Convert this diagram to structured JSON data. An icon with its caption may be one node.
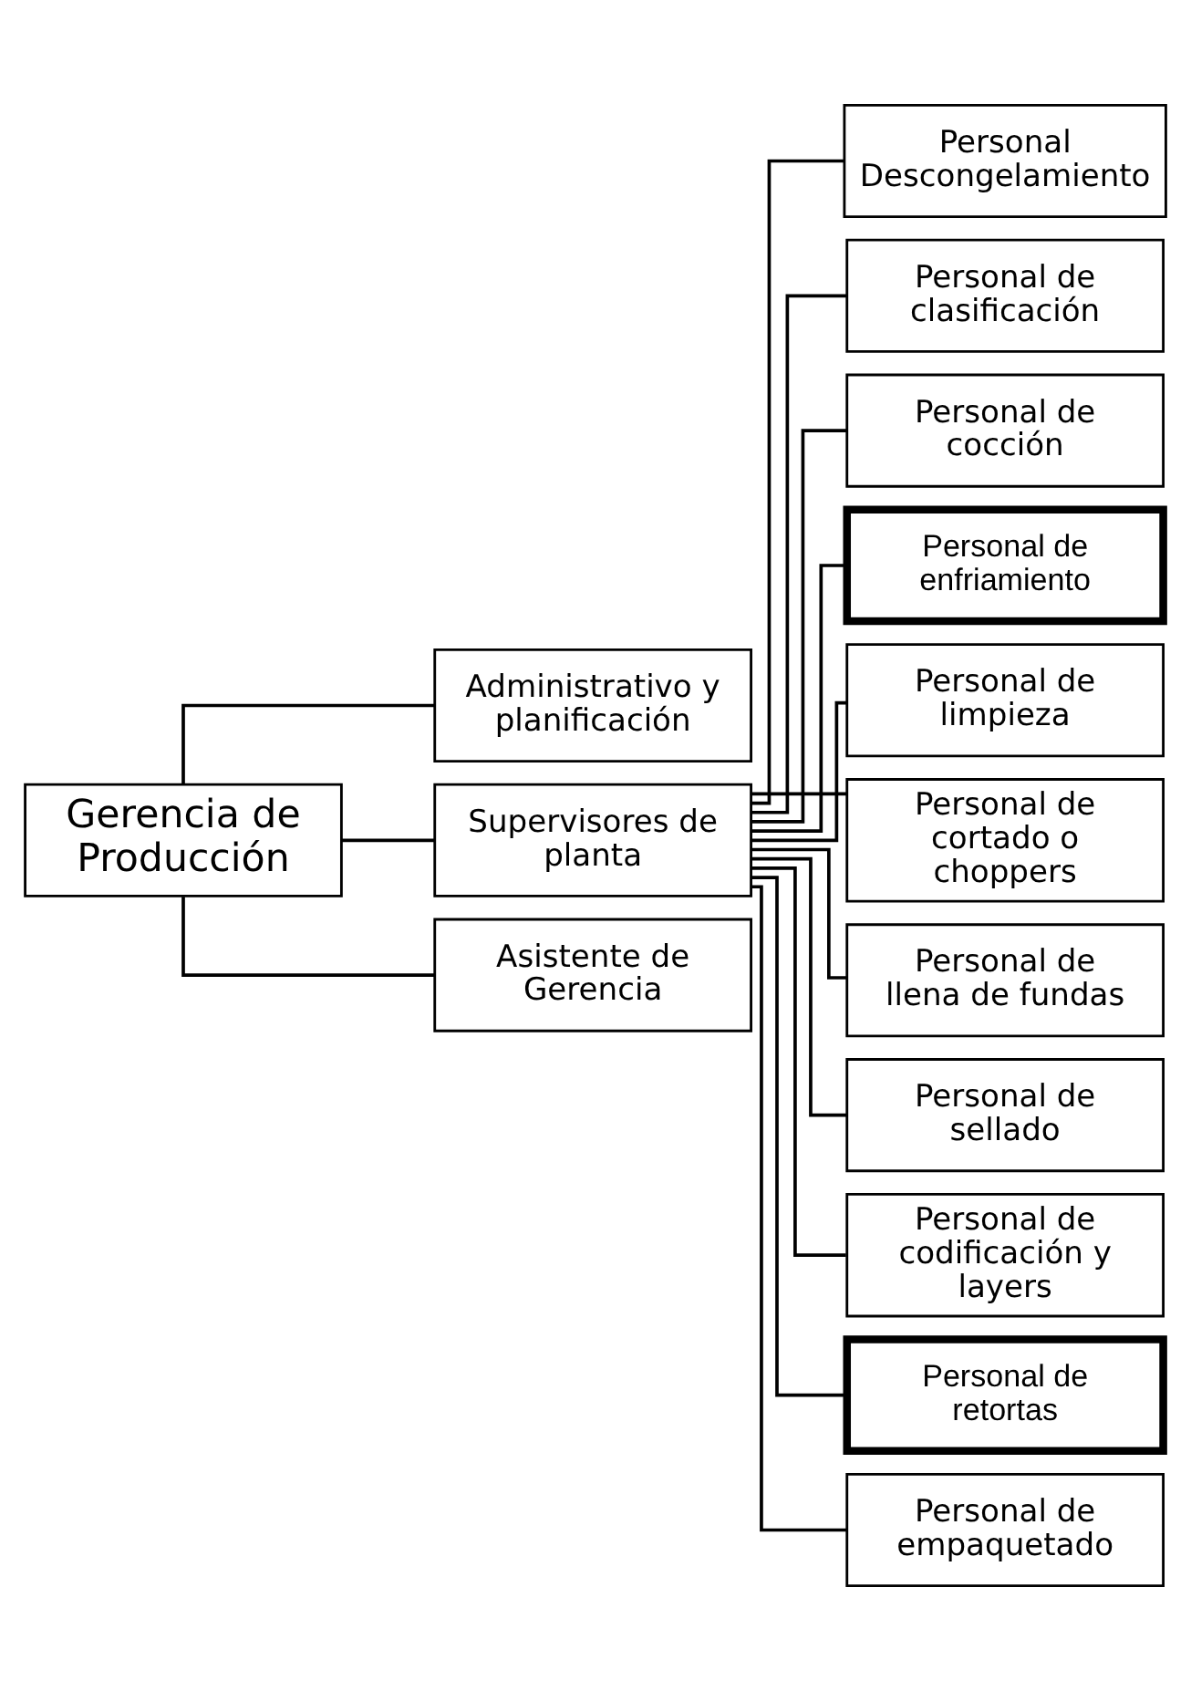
{
  "diagram": {
    "nodes": [
      {
        "text": [
          "Gerencia de Producción"
        ]
      },
      {
        "text": [
          "Administrativo y planificación"
        ]
      },
      {
        "text": [
          "Supervisores de planta"
        ]
      },
      {
        "text": [
          "Asistente de Gerencia"
        ]
      },
      {
        "text": [
          "Personal Descongelamiento"
        ]
      },
      {
        "text": [
          "Personal de clasificación"
        ]
      },
      {
        "text": [
          "Personal de cocción"
        ]
      },
      {
        "text": [
          "Personal de enfriamiento"
        ]
      },
      {
        "text": [
          "Personal de limpieza"
        ]
      },
      {
        "text": [
          "Personal de cortado o choppers"
        ]
      },
      {
        "text": [
          "Personal de llena de fundas"
        ]
      },
      {
        "text": [
          "Personal de sellado"
        ]
      },
      {
        "text": [
          "Personal de codificación y layers"
        ]
      },
      {
        "text": [
          "Personal de retortas"
        ]
      },
      {
        "text": [
          "Personal de empaquetado"
        ]
      }
    ],
    "edges": [
      {
        "from": 0,
        "to": 1,
        "arrow": "none"
      },
      {
        "from": 0,
        "to": 2,
        "arrow": "none"
      },
      {
        "from": 0,
        "to": 3,
        "arrow": "none"
      },
      {
        "from": 2,
        "to": 4,
        "arrow": "none"
      },
      {
        "from": 2,
        "to": 5,
        "arrow": "none"
      },
      {
        "from": 2,
        "to": 6,
        "arrow": "none"
      },
      {
        "from": 2,
        "to": 7,
        "arrow": "none"
      },
      {
        "from": 2,
        "to": 8,
        "arrow": "none"
      },
      {
        "from": 2,
        "to": 9,
        "arrow": "none"
      },
      {
        "from": 2,
        "to": 10,
        "arrow": "none"
      },
      {
        "from": 2,
        "to": 11,
        "arrow": "none"
      },
      {
        "from": 2,
        "to": 12,
        "arrow": "none"
      },
      {
        "from": 2,
        "to": 13,
        "arrow": "none"
      },
      {
        "from": 2,
        "to": 14,
        "arrow": "none"
      }
    ]
  }
}
